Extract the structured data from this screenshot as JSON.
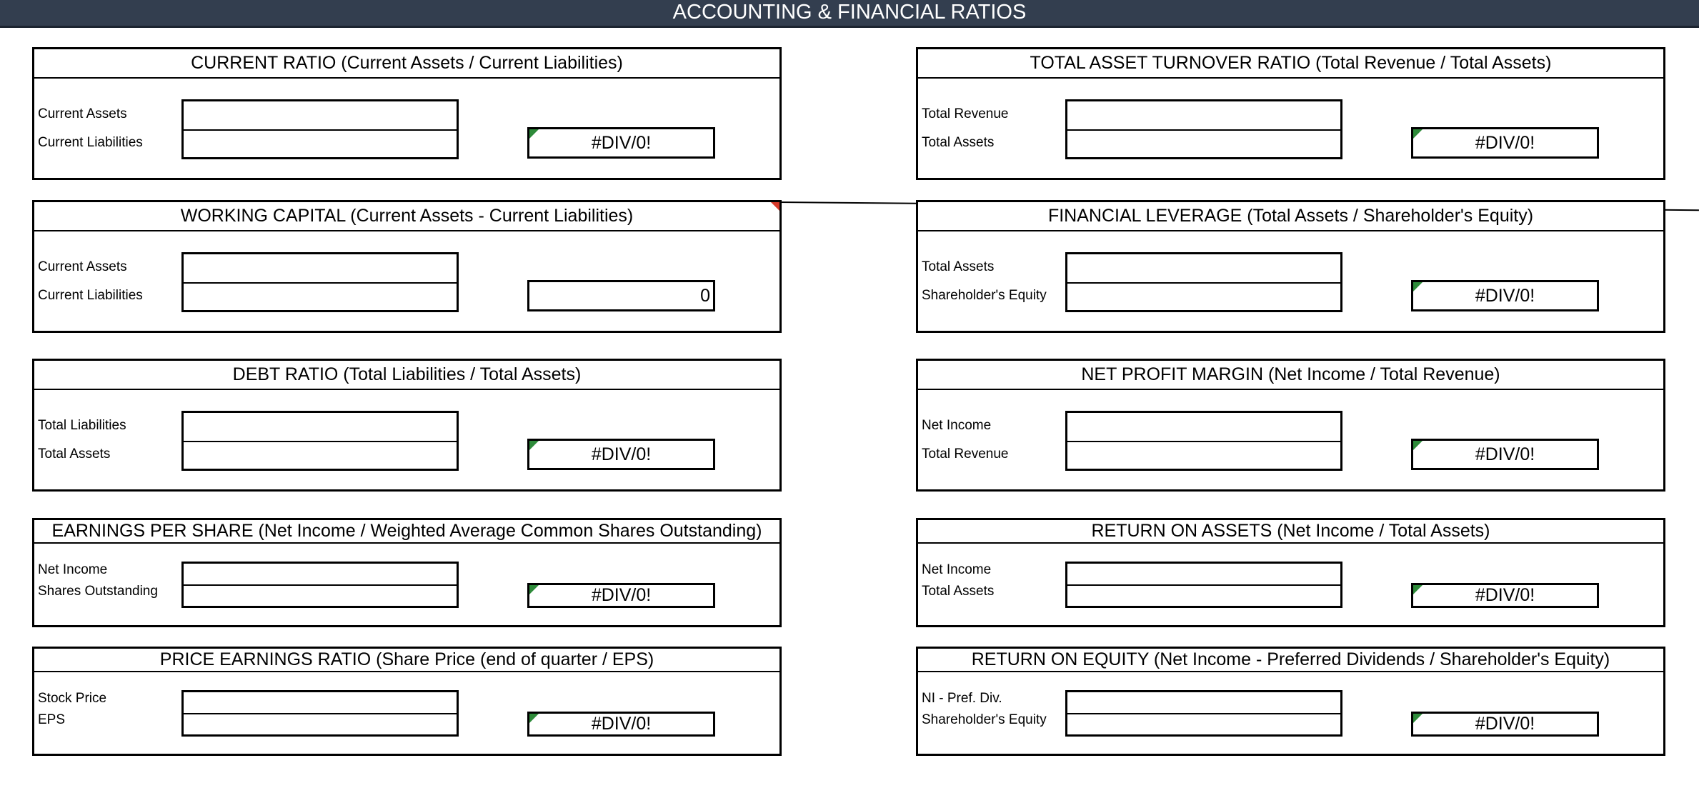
{
  "header": {
    "title": "ACCOUNTING & FINANCIAL RATIOS"
  },
  "cards": {
    "current_ratio": {
      "title": "CURRENT RATIO (Current Assets / Current Liabilities)",
      "label1": "Current Assets",
      "label2": "Current Liabilities",
      "result": "#DIV/0!"
    },
    "total_asset_turnover": {
      "title": "TOTAL ASSET TURNOVER RATIO (Total Revenue / Total Assets)",
      "label1": "Total Revenue",
      "label2": "Total Assets",
      "result": "#DIV/0!"
    },
    "working_capital": {
      "title": "WORKING CAPITAL (Current Assets - Current Liabilities)",
      "label1": "Current Assets",
      "label2": "Current Liabilities",
      "result": "0"
    },
    "financial_leverage": {
      "title": "FINANCIAL LEVERAGE (Total Assets / Shareholder's Equity)",
      "label1": "Total Assets",
      "label2": "Shareholder's Equity",
      "result": "#DIV/0!"
    },
    "debt_ratio": {
      "title": "DEBT RATIO (Total Liabilities / Total Assets)",
      "label1": "Total Liabilities",
      "label2": "Total Assets",
      "result": "#DIV/0!"
    },
    "net_profit_margin": {
      "title": "NET PROFIT MARGIN (Net Income / Total Revenue)",
      "label1": "Net Income",
      "label2": "Total Revenue",
      "result": "#DIV/0!"
    },
    "earnings_per_share": {
      "title": "EARNINGS PER SHARE (Net Income / Weighted Average Common Shares Outstanding)",
      "label1": "Net Income",
      "label2": "Shares Outstanding",
      "result": "#DIV/0!"
    },
    "return_on_assets": {
      "title": "RETURN ON ASSETS (Net Income / Total Assets)",
      "label1": "Net Income",
      "label2": "Total Assets",
      "result": "#DIV/0!"
    },
    "price_earnings_ratio": {
      "title": "PRICE EARNINGS RATIO (Share Price (end of quarter / EPS)",
      "label1": "Stock Price",
      "label2": "EPS",
      "result": "#DIV/0!"
    },
    "return_on_equity": {
      "title": "RETURN ON EQUITY (Net Income - Preferred Dividends / Shareholder's Equity)",
      "label1": "NI - Pref. Div.",
      "label2": "Shareholder's Equity",
      "result": "#DIV/0!"
    }
  },
  "colors": {
    "header_bg": "#333e4f",
    "formula_marker": "#2e8b3a",
    "comment_marker": "#d83a2a"
  }
}
